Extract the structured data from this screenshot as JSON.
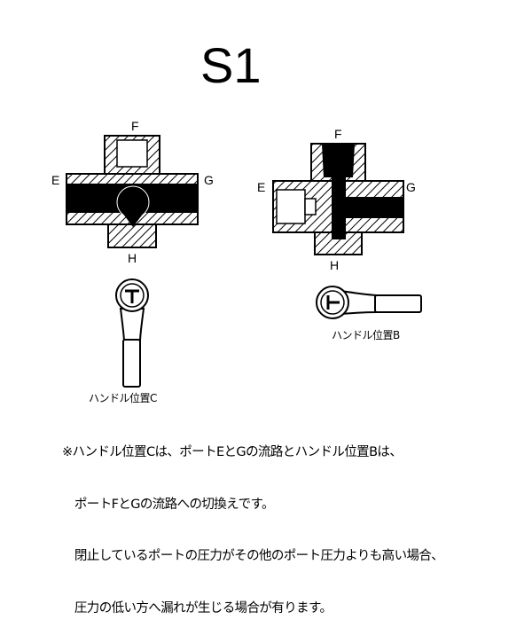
{
  "title": "S1",
  "valve_c": {
    "port_top": "F",
    "port_left": "E",
    "port_right": "G",
    "port_bottom": "H"
  },
  "valve_b": {
    "port_top": "F",
    "port_left": "E",
    "port_right": "G",
    "port_bottom": "H"
  },
  "handle_c_label": "ハンドル位置C",
  "handle_b_label": "ハンドル位置B",
  "notes": [
    "※ハンドル位置Cは、ポートEとGの流路とハンドル位置Bは、",
    "　ポートFとGの流路への切換えです。",
    "　閉止しているポートの圧力がその他のポート圧力よりも高い場合、",
    "　圧力の低い方へ漏れが生じる場合が有ります。"
  ]
}
